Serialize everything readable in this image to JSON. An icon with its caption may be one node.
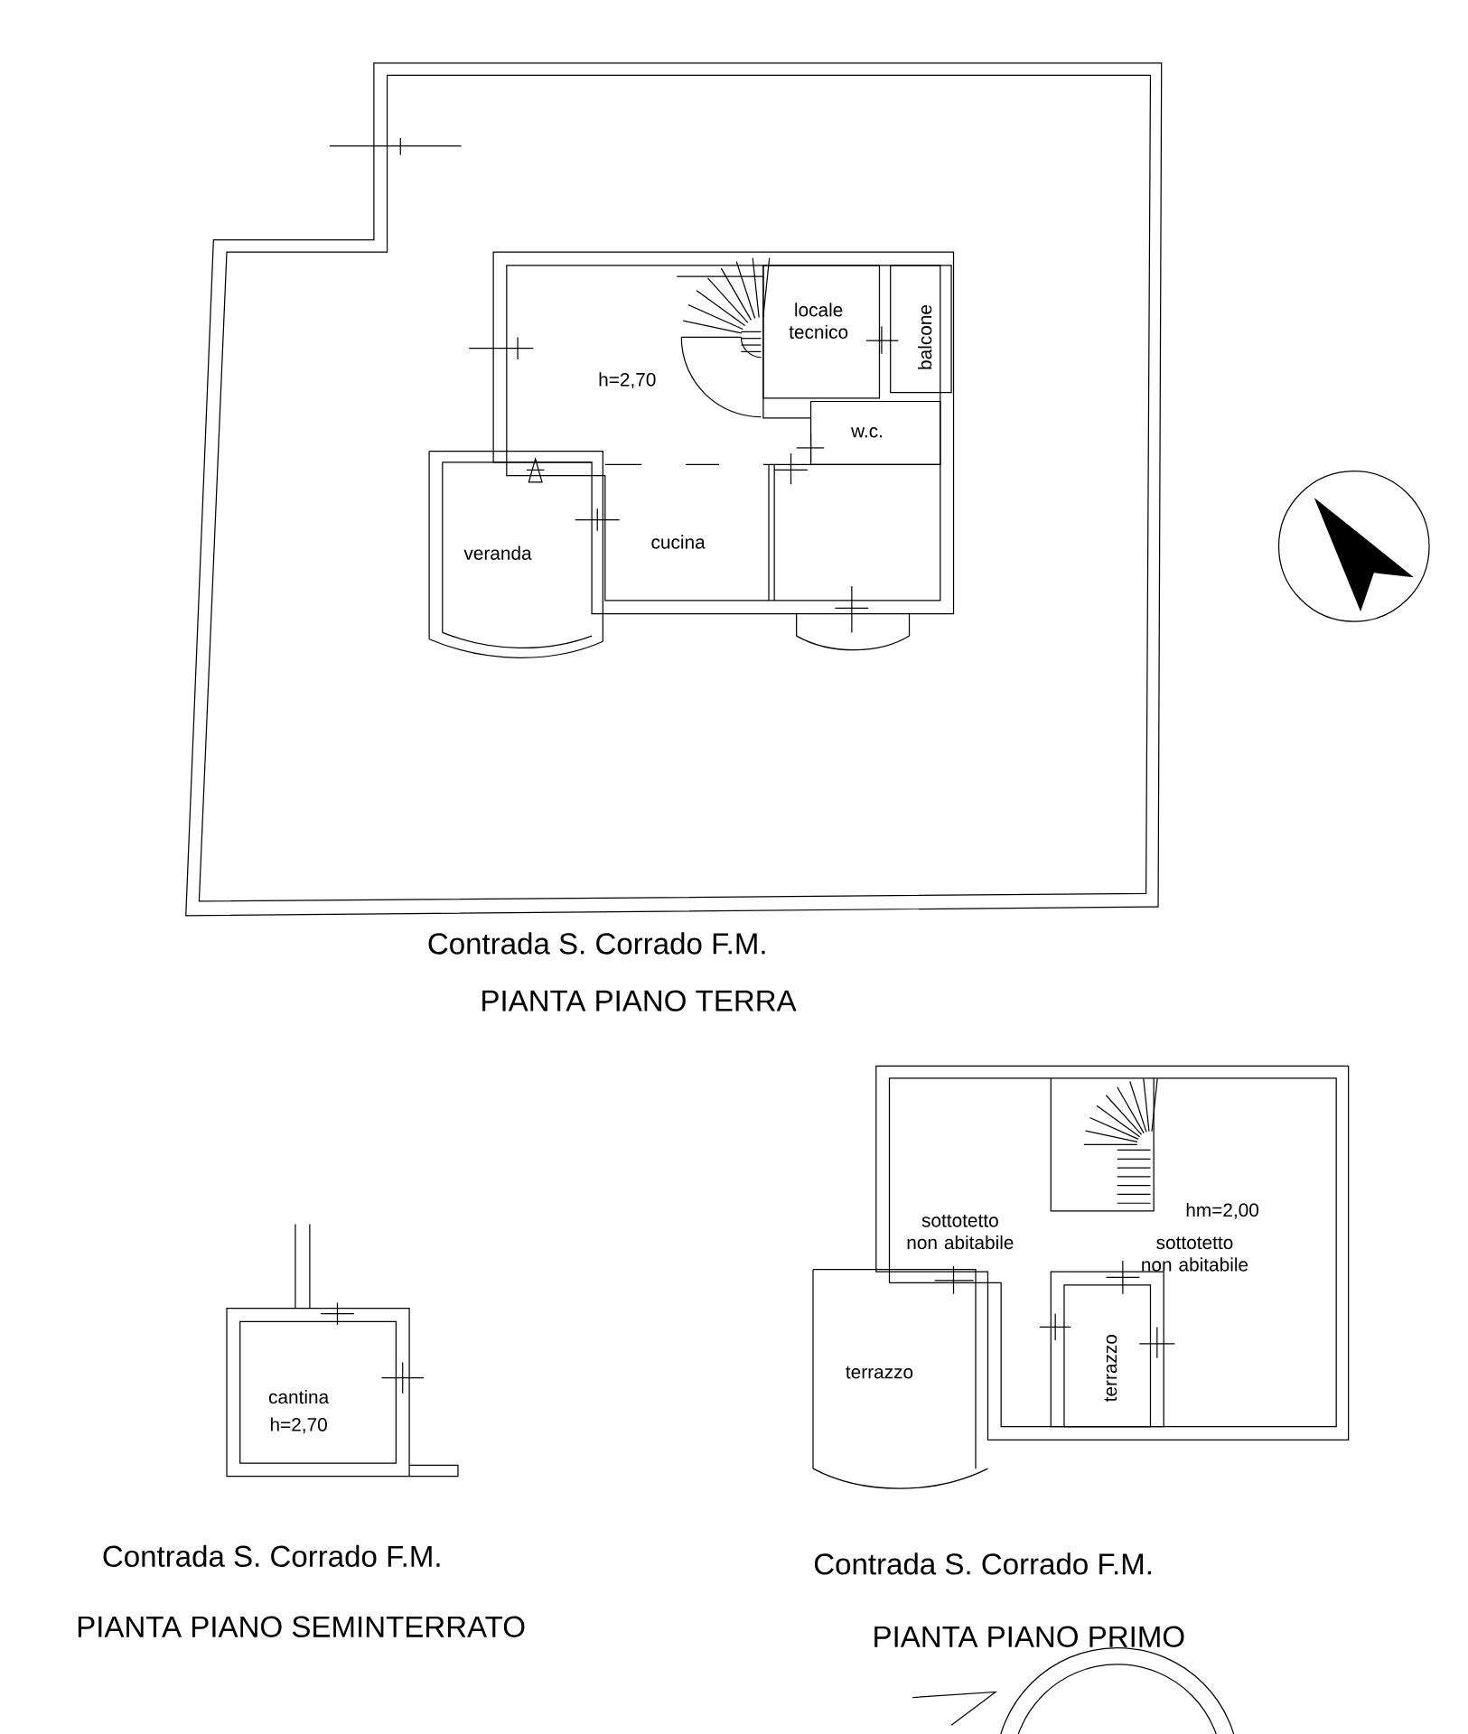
{
  "diagram": {
    "labels": [
      "locale tecnico",
      "balcone",
      "h=2,70",
      "w.c.",
      "veranda",
      "cucina",
      "Contrada S. Corrado F.M.",
      "PIANTA PIANO TERRA",
      "hm=2,00",
      "sottotetto non abitabile",
      "sottotetto non abitabile",
      "terrazzo",
      "terrazzo",
      "cantina",
      "h=2,70",
      "Contrada S. Corrado F.M.",
      "Contrada S. Corrado F.M.",
      "PIANTA PIANO SEMINTERRATO",
      "PIANTA PIANO PRIMO"
    ]
  }
}
